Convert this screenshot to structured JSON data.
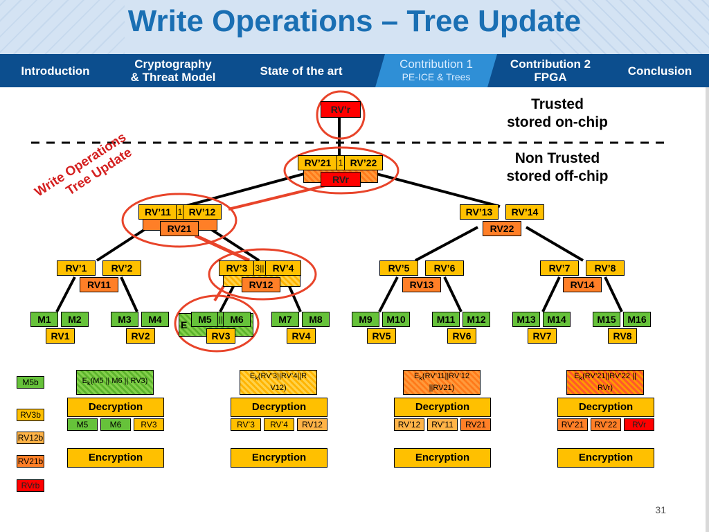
{
  "title": "Write Operations – Tree Update",
  "nav": {
    "items": [
      "Introduction",
      "Cryptography",
      "& Threat Model",
      "State of the art",
      "Contribution 1",
      "PE-ICE & Trees",
      "Contribution 2",
      "FPGA",
      "Conclusion"
    ]
  },
  "notes": {
    "trusted_1": "Trusted",
    "trusted_2": "stored on-chip",
    "untrusted_1": "Non Trusted",
    "untrusted_2": "stored off-chip",
    "rotated_1": "Write Operations",
    "rotated_2": "Tree Update"
  },
  "tree": {
    "root": "RV’r",
    "l1": {
      "a": "RV’21",
      "hidden": "1",
      "b": "RV’22",
      "under": "RVr"
    },
    "l2": [
      {
        "a": "RV’11",
        "hidden": "1",
        "b": "RV’12",
        "under": "RV21"
      },
      {
        "a": "RV’13",
        "b": "RV’14",
        "under": "RV22"
      }
    ],
    "l3": [
      {
        "a": "RV’1",
        "b": "RV’2",
        "under": "RV11"
      },
      {
        "a": "RV’3",
        "hidden": "3||",
        "b": "RV’4",
        "under": "RV12"
      },
      {
        "a": "RV’5",
        "b": "RV’6",
        "under": "RV13"
      },
      {
        "a": "RV’7",
        "b": "RV’8",
        "under": "RV14"
      }
    ],
    "leaves": [
      {
        "a": "M1",
        "b": "M2",
        "under": "RV1"
      },
      {
        "a": "M3",
        "b": "M4",
        "under": "RV2"
      },
      {
        "hidden": "E",
        "a": "M5",
        "sep": "||",
        "b": "M6",
        "under": "RV3"
      },
      {
        "a": "M7",
        "b": "M8",
        "under": "RV4"
      },
      {
        "a": "M9",
        "b": "M10",
        "under": "RV5"
      },
      {
        "a": "M11",
        "b": "M12",
        "under": "RV6"
      },
      {
        "a": "M13",
        "b": "M14",
        "under": "RV7"
      },
      {
        "a": "M15",
        "b": "M16",
        "under": "RV8"
      }
    ]
  },
  "legend": [
    "M5b",
    "RV3b",
    "RV12b",
    "RV21b",
    "RVrb"
  ],
  "ops": [
    {
      "enc_pre": "E",
      "enc_sub": "k",
      "enc_text": "(M5 || M6 || RV3)",
      "decrypt": "Decryption",
      "outputs": [
        "M5",
        "M6",
        "RV3"
      ],
      "encrypt": "Encryption"
    },
    {
      "enc_pre": "E",
      "enc_sub": "k",
      "enc_text": "(RV’3||RV’4||R V12)",
      "decrypt": "Decryption",
      "outputs": [
        "RV’3",
        "RV’4",
        "RV12"
      ],
      "encrypt": "Encryption"
    },
    {
      "enc_pre": "E",
      "enc_sub": "k",
      "enc_text": "(RV’11||RV’12 ||RV21)",
      "decrypt": "Decryption",
      "outputs": [
        "RV’12",
        "RV’11",
        "RV21"
      ],
      "encrypt": "Encryption"
    },
    {
      "enc_pre": "E",
      "enc_sub": "k",
      "enc_text": "(RV’21||RV’22 || RVr)",
      "decrypt": "Decryption",
      "outputs": [
        "RV’21",
        "RV’22",
        "RVr"
      ],
      "encrypt": "Encryption"
    }
  ],
  "page_number": "31",
  "colors": {
    "title": "#1a6fb3",
    "nav": "#0c4e8e",
    "nav_active": "#2f8fd6",
    "yellow": "#ffc000",
    "orange": "#ff7f27",
    "green": "#66c23a",
    "red": "#ff0000",
    "highlight": "#e8442a"
  }
}
